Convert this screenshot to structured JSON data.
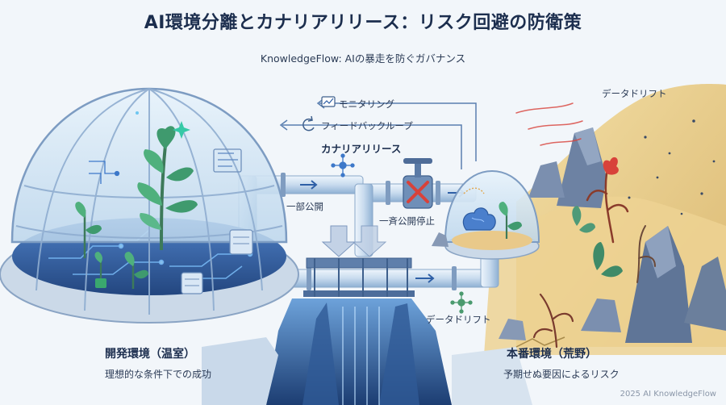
{
  "title": "AI環境分離とカナリアリリース：リスク回避の防衛策",
  "subtitle": "KnowledgeFlow: AIの暴走を防ぐガバナンス",
  "flows": {
    "monitoring": "モニタリング",
    "feedback_loop": "フィードバックループ",
    "canary_release": "カナリアリリース",
    "partial_release": "一部公開",
    "halt_release": "一斉公開停止",
    "data_drift_bottom": "データドリフト",
    "data_drift_top": "データドリフト"
  },
  "dev_env": {
    "heading": "開発環境（温室）",
    "caption": "理想的な条件下での成功"
  },
  "prod_env": {
    "heading": "本番環境（荒野）",
    "caption": "予期せぬ要因によるリスク"
  },
  "footer": "2025 AI KnowledgeFlow",
  "colors": {
    "dome": "#cfe3f3",
    "circuit": "#3d78c9",
    "pipe": "#c6d7ea",
    "sand": "#e8cc84",
    "rock": "#6b7f9c",
    "alert": "#d8423a"
  }
}
